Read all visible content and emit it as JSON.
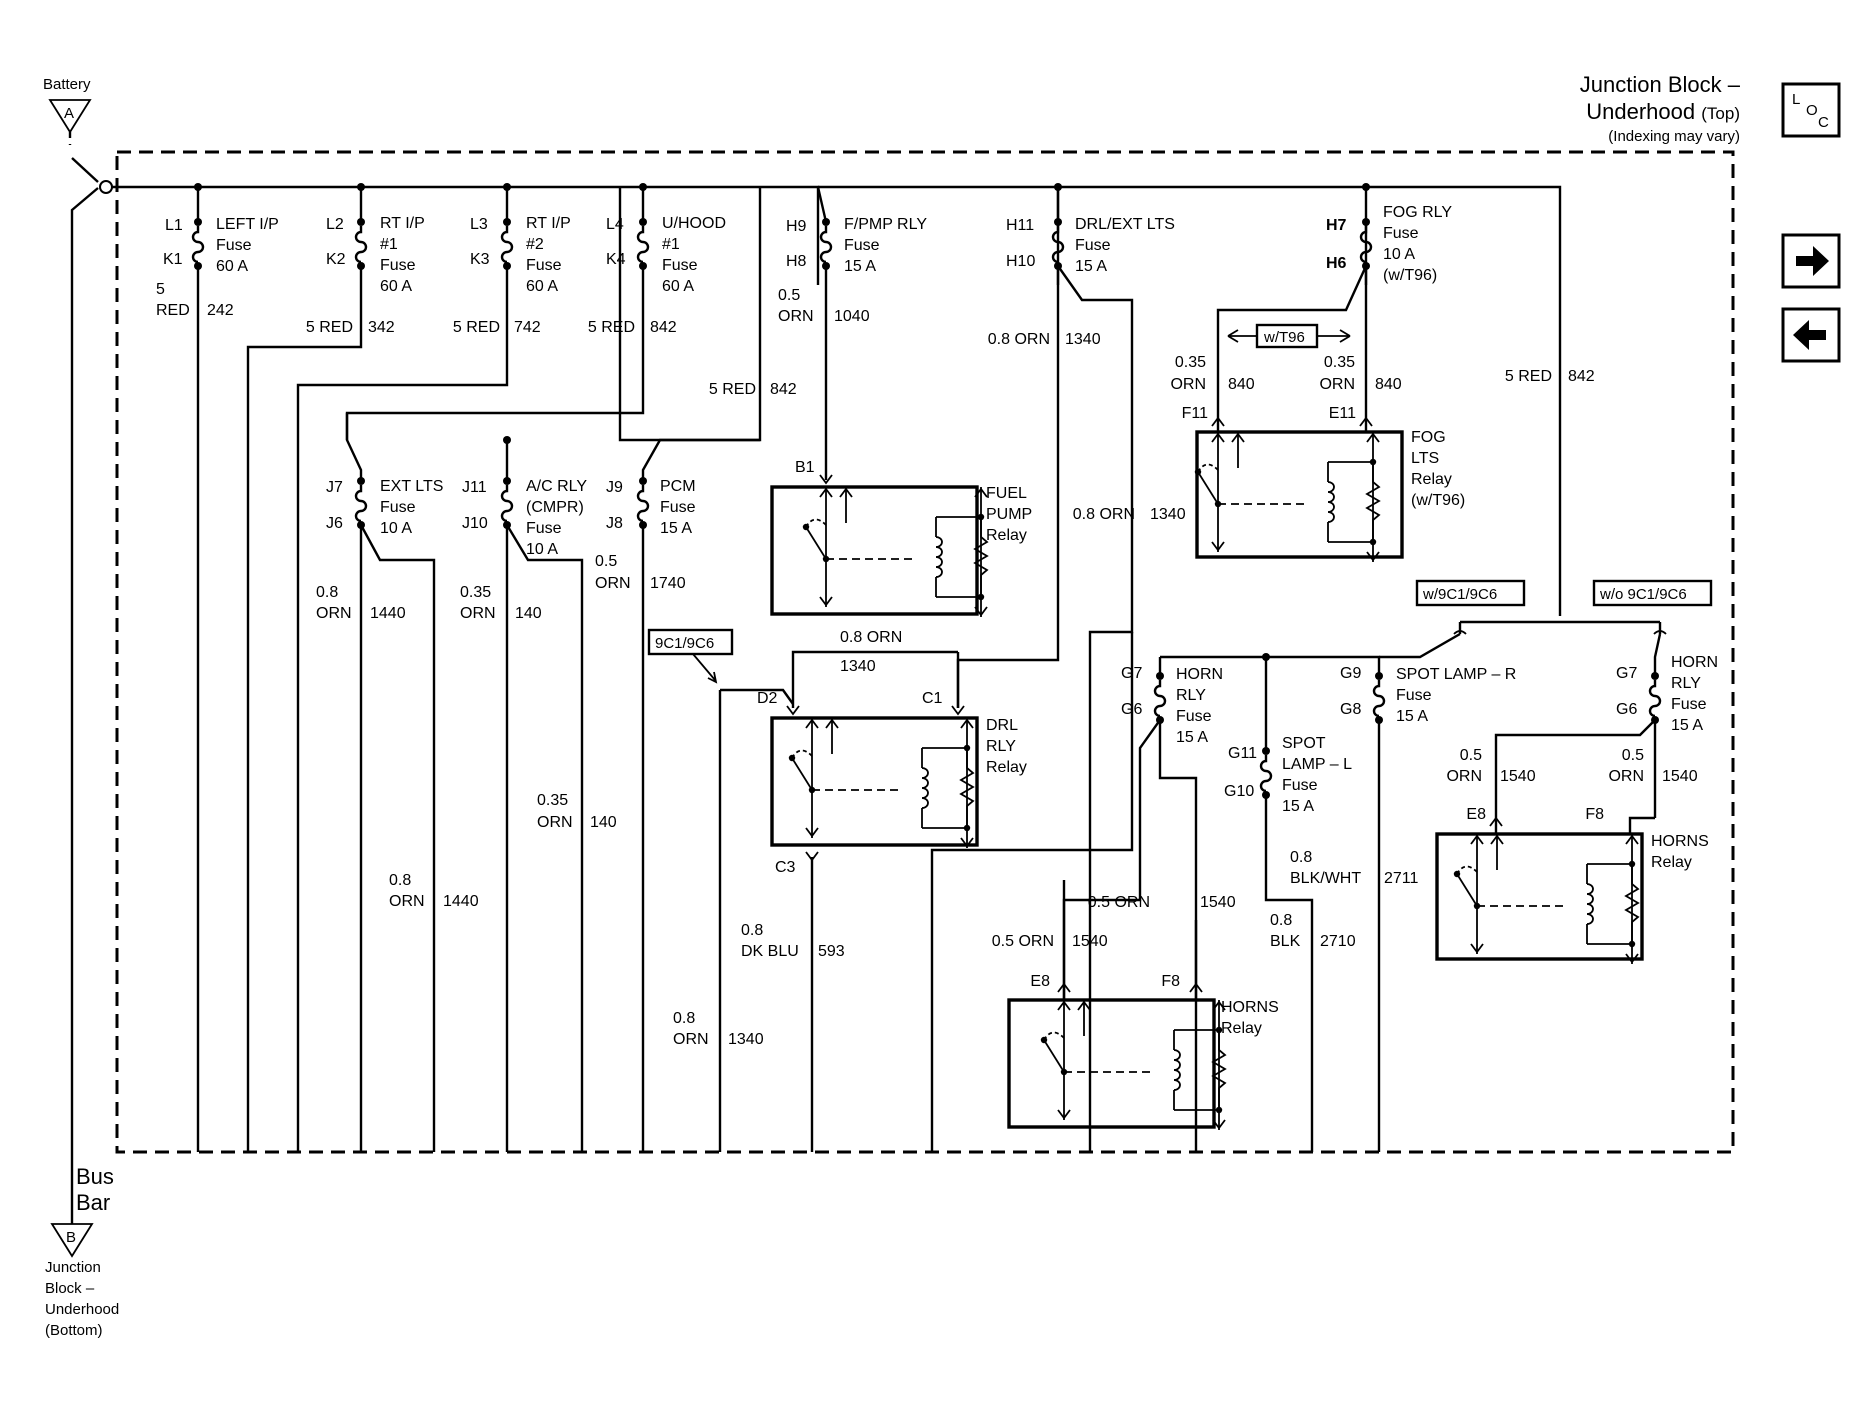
{
  "header": {
    "battery_label": "Battery",
    "battery_node": "A",
    "title_line1": "Junction Block –",
    "title_line2": "Underhood",
    "title_line2_suffix": "(Top)",
    "title_line3": "(Indexing may vary)"
  },
  "nav": {
    "loc_l": "L",
    "loc_o": "O",
    "loc_c": "C",
    "next_icon": "arrow-right-icon",
    "prev_icon": "arrow-left-icon"
  },
  "bus_bar": {
    "line1": "Bus",
    "line2": "Bar",
    "node": "B"
  },
  "bottom_ref": [
    "Junction",
    "Block –",
    "Underhood",
    "(Bottom)"
  ],
  "options": {
    "w_9c1": "w/9C1/9C6",
    "wo_9c1": "w/o 9C1/9C6",
    "c9c1": "9C1/9C6",
    "wt96": "w/T96"
  },
  "fuses": {
    "left_ip": {
      "top": "L1",
      "bottom": "K1",
      "lines": [
        "LEFT I/P",
        "Fuse",
        "60 A"
      ]
    },
    "rt_ip1": {
      "top": "L2",
      "bottom": "K2",
      "lines": [
        "RT I/P",
        "#1",
        "Fuse",
        "60 A"
      ]
    },
    "rt_ip2": {
      "top": "L3",
      "bottom": "K3",
      "lines": [
        "RT I/P",
        "#2",
        "Fuse",
        "60 A"
      ]
    },
    "uhood": {
      "top": "L4",
      "bottom": "K4",
      "lines": [
        "U/HOOD",
        "#1",
        "Fuse",
        "60 A"
      ]
    },
    "fpmp": {
      "top": "H9",
      "bottom": "H8",
      "lines": [
        "F/PMP RLY",
        "Fuse",
        "15 A"
      ]
    },
    "drl": {
      "top": "H11",
      "bottom": "H10",
      "lines": [
        "DRL/EXT LTS",
        "Fuse",
        "15 A"
      ]
    },
    "fogrly": {
      "top": "H7",
      "bottom": "H6",
      "lines": [
        "FOG RLY",
        "Fuse",
        "10 A",
        "(w/T96)"
      ]
    },
    "extlts": {
      "top": "J7",
      "bottom": "J6",
      "lines": [
        "EXT LTS",
        "Fuse",
        "10 A"
      ]
    },
    "acrly": {
      "top": "J11",
      "bottom": "J10",
      "lines": [
        "A/C RLY",
        "(CMPR)",
        "Fuse",
        "10 A"
      ]
    },
    "pcm": {
      "top": "J9",
      "bottom": "J8",
      "lines": [
        "PCM",
        "Fuse",
        "15 A"
      ]
    },
    "hornrly_l": {
      "top": "G7",
      "bottom": "G6",
      "lines": [
        "HORN",
        "RLY",
        "Fuse",
        "15 A"
      ]
    },
    "spotr": {
      "top": "G9",
      "bottom": "G8",
      "lines": [
        "SPOT LAMP – R",
        "Fuse",
        "15 A"
      ]
    },
    "spotl": {
      "top": "G11",
      "bottom": "G10",
      "lines": [
        "SPOT",
        "LAMP – L",
        "Fuse",
        "15 A"
      ]
    },
    "hornrly_r": {
      "top": "G7",
      "bottom": "G6",
      "lines": [
        "HORN",
        "RLY",
        "Fuse",
        "15 A"
      ]
    }
  },
  "relays": {
    "fuel_pump": {
      "lines": [
        "FUEL",
        "PUMP",
        "Relay"
      ],
      "pin": "B1"
    },
    "drl": {
      "lines": [
        "DRL",
        "RLY",
        "Relay"
      ],
      "pin_left": "D2",
      "pin_right": "C1",
      "pin_bottom": "C3"
    },
    "fog": {
      "lines": [
        "FOG",
        "LTS",
        "Relay",
        "(w/T96)"
      ],
      "pin_left": "F11",
      "pin_right": "E11"
    },
    "horns_center": {
      "lines": [
        "HORNS",
        "Relay"
      ],
      "pin_left": "E8",
      "pin_right": "F8"
    },
    "horns_right": {
      "lines": [
        "HORNS",
        "Relay"
      ],
      "pin_left": "E8",
      "pin_right": "F8"
    }
  },
  "wires": {
    "w242_gauge": "5",
    "w242_color": "RED",
    "w242_num": "242",
    "w342": "5 RED",
    "w342_num": "342",
    "w742": "5 RED",
    "w742_num": "742",
    "w842": "5 RED",
    "w842_num": "842",
    "w842b": "5 RED",
    "w842b_num": "842",
    "w842c": "5 RED",
    "w842c_num": "842",
    "w1040_gauge": "0.5",
    "w1040_color": "ORN",
    "w1040_num": "1040",
    "w1340a": "0.8 ORN",
    "w1340a_num": "1340",
    "w1340b": "0.8 ORN",
    "w1340b_num": "1340",
    "w840l_gauge": "0.35",
    "w840l_color": "ORN",
    "w840l_num": "840",
    "w840r_gauge": "0.35",
    "w840r_color": "ORN",
    "w840r_num": "840",
    "w1440a_gauge": "0.8",
    "w1440a_color": "ORN",
    "w1440a_num": "1440",
    "w140a_gauge": "0.35",
    "w140a_color": "ORN",
    "w140a_num": "140",
    "w1740_gauge": "0.5",
    "w1740_color": "ORN",
    "w1740_num": "1740",
    "w1340c": "0.8 ORN",
    "w1340c_num": "1340",
    "w140b_gauge": "0.35",
    "w140b_color": "ORN",
    "w140b_num": "140",
    "w1440b_gauge": "0.8",
    "w1440b_color": "ORN",
    "w1440b_num": "1440",
    "w593_gauge": "0.8",
    "w593_color": "DK BLU",
    "w593_num": "593",
    "w1340d_gauge": "0.8",
    "w1340d_color": "ORN",
    "w1340d_num": "1340",
    "w1540a": "0.5 ORN",
    "w1540a_num": "1540",
    "w1540b": "0.5 ORN",
    "w1540b_num": "1540",
    "w2711_gauge": "0.8",
    "w2711_color": "BLK/WHT",
    "w2711_num": "2711",
    "w2710_gauge": "0.8",
    "w2710_color": "BLK",
    "w2710_num": "2710",
    "w1540c_gauge": "0.5",
    "w1540c_color": "ORN",
    "w1540c_num": "1540",
    "w1540d_gauge": "0.5",
    "w1540d_color": "ORN",
    "w1540d_num": "1540"
  }
}
